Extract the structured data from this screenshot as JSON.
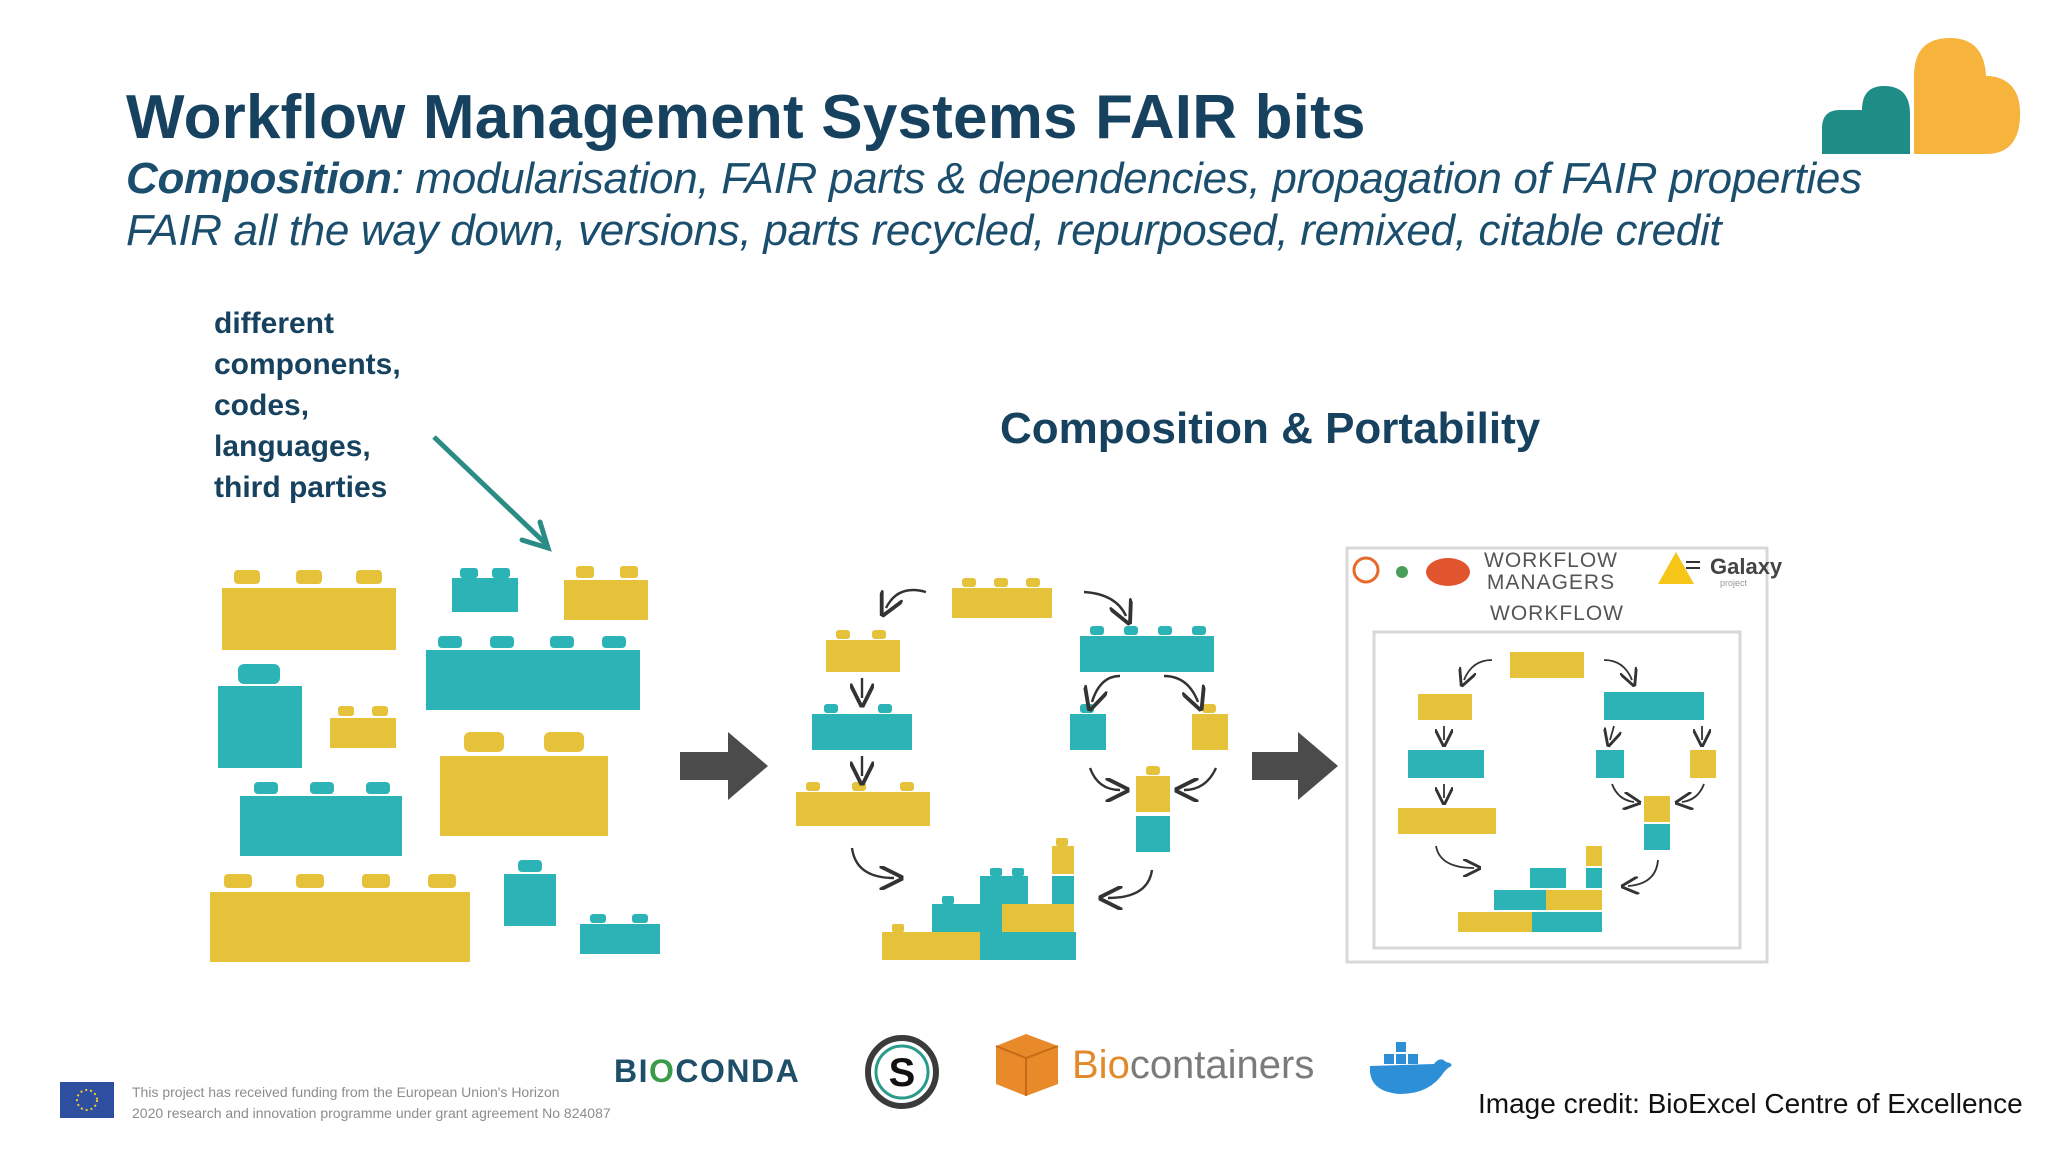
{
  "slide": {
    "title": "Workflow Management Systems FAIR bits",
    "subtitle_line1_bold": "Composition",
    "subtitle_line1_rest": ": modularisation, FAIR parts & dependencies, propagation of FAIR properties",
    "subtitle_line2": "FAIR all the way down, versions, parts recycled, repurposed, remixed, citable credit",
    "left_label_lines": [
      "different",
      "components,",
      "codes,",
      "languages,",
      "third parties"
    ],
    "diagram_title": "Composition & Portability",
    "panel_workflow_managers": [
      "WORKFLOW",
      "MANAGERS"
    ],
    "panel_workflow": "WORKFLOW",
    "panel_galaxy": "Galaxy",
    "panel_galaxy_sub": "project",
    "logo_bioconda_1": "BI",
    "logo_bioconda_2": "O",
    "logo_bioconda_3": "CONDA",
    "logo_biocontainers_1": "Bio",
    "logo_biocontainers_2": "containers",
    "funding_line1": "This project has received funding from the European Union's Horizon",
    "funding_line2": "2020 research and innovation programme under grant agreement No 824087",
    "image_credit": "Image credit: BioExcel Centre of Excellence"
  },
  "colors": {
    "title": "#17425f",
    "yellow_brick": "#e6c23a",
    "teal_brick": "#2bb3b5",
    "arrow_grey": "#4b4b4b",
    "annotation_arrow": "#2a8c84",
    "logo_teal": "#1f8c85",
    "logo_orange": "#f6b43c"
  },
  "icons": [
    "eu-flag-icon",
    "snakemake-icon",
    "biocontainers-box-icon",
    "docker-whale-icon",
    "cloud-hearts-logo",
    "nextflow-icon",
    "galaxy-icon"
  ]
}
